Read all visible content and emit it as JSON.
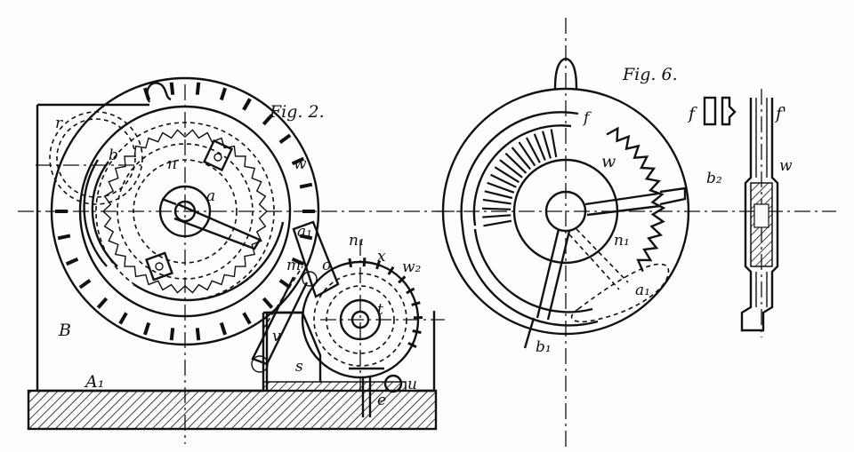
{
  "figures": {
    "fig2": {
      "title": "Fig. 2."
    },
    "fig6": {
      "title": "Fig. 6."
    }
  },
  "labels": {
    "fig2": {
      "r": "r",
      "b": "b",
      "n": "n",
      "a": "a",
      "w": "w",
      "a1": "a₁",
      "n1": "n₁",
      "o": "o",
      "x": "x",
      "w2": "w₂",
      "m": "m",
      "t": "t",
      "v": "v",
      "s": "s",
      "u": "u",
      "e": "e",
      "B": "B",
      "A1": "A₁"
    },
    "fig6": {
      "f": "f",
      "w": "w",
      "b2": "b₂",
      "n1": "n₁",
      "a1": "a₁",
      "b1": "b₁"
    },
    "side": {
      "f": "f",
      "f_prime": "f'",
      "w": "w"
    }
  },
  "colors": {
    "ink": "#111111",
    "paper": "#fdfdfb"
  }
}
